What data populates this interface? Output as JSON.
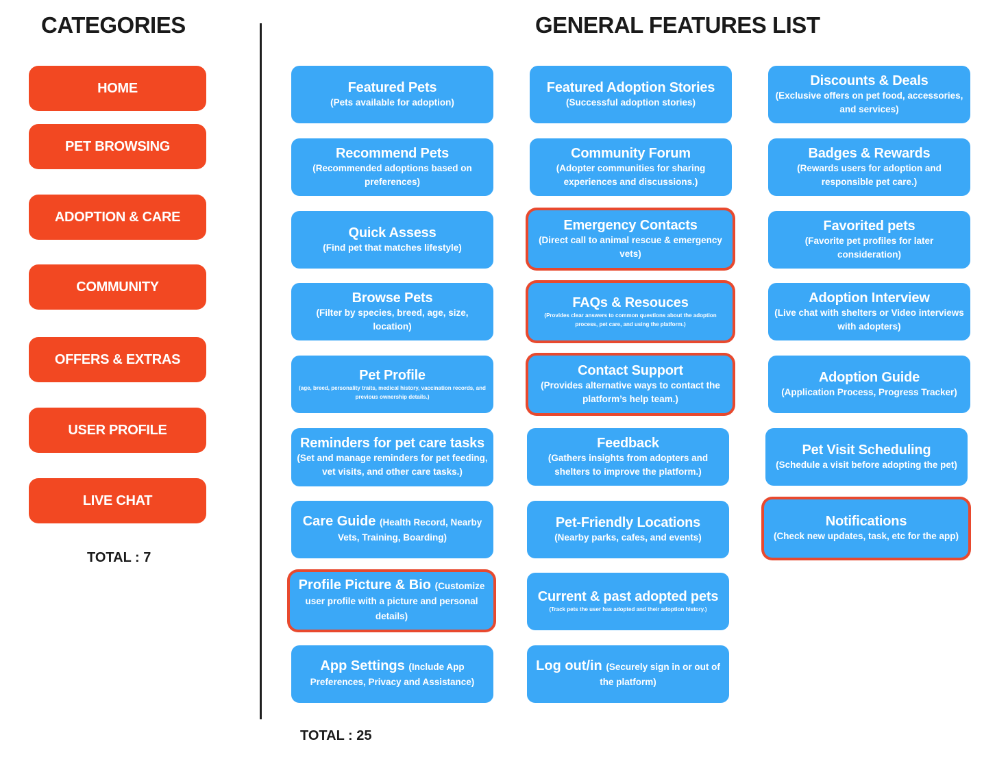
{
  "categories": {
    "heading": "CATEGORIES",
    "items": [
      {
        "label": "HOME"
      },
      {
        "label": "PET BROWSING"
      },
      {
        "label": "ADOPTION & CARE"
      },
      {
        "label": "COMMUNITY"
      },
      {
        "label": "OFFERS & EXTRAS"
      },
      {
        "label": "USER PROFILE"
      },
      {
        "label": "LIVE CHAT"
      }
    ],
    "total": "TOTAL : 7"
  },
  "features": {
    "heading": "GENERAL FEATURES LIST",
    "total": "TOTAL : 25",
    "items": [
      {
        "title": "Featured Pets",
        "desc": "(Pets available for adoption)"
      },
      {
        "title": "Recommend Pets",
        "desc": "(Recommended adoptions based on preferences)"
      },
      {
        "title": "Quick Assess",
        "desc": "(Find pet that matches lifestyle)"
      },
      {
        "title": "Browse Pets",
        "desc": "(Filter by species, breed, age, size, location)"
      },
      {
        "title": "Pet Profile",
        "desc": "(age, breed, personality traits, medical history, vaccination records, and previous ownership details.)"
      },
      {
        "title": "Reminders for pet care tasks",
        "desc": "(Set and manage reminders for pet feeding, vet visits, and other care tasks.)"
      },
      {
        "title": "Care Guide",
        "desc": "(Health Record, Nearby Vets, Training, Boarding)"
      },
      {
        "title": "Profile Picture & Bio",
        "desc": "(Customize user profile with a picture and personal details)"
      },
      {
        "title": "App Settings",
        "desc": "(Include App Preferences, Privacy and Assistance)"
      },
      {
        "title": "Featured Adoption Stories",
        "desc": "(Successful adoption stories)"
      },
      {
        "title": "Community Forum",
        "desc": "(Adopter communities for sharing experiences and discussions.)"
      },
      {
        "title": "Emergency Contacts",
        "desc": "(Direct call to animal rescue & emergency vets)"
      },
      {
        "title": "FAQs & Resouces",
        "desc": "(Provides clear answers to common questions about the adoption process, pet care, and using the platform.)"
      },
      {
        "title": "Contact Support",
        "desc": "(Provides alternative ways to contact the platform’s help team.)"
      },
      {
        "title": "Feedback",
        "desc": "(Gathers insights from adopters and shelters to improve the platform.)"
      },
      {
        "title": "Pet-Friendly Locations",
        "desc": "(Nearby parks, cafes, and events)"
      },
      {
        "title": "Current & past adopted pets",
        "desc": "(Track pets the user has adopted and their adoption history.)"
      },
      {
        "title": "Log out/in",
        "desc": "(Securely sign in or out of the platform)"
      },
      {
        "title": "Discounts & Deals",
        "desc": "(Exclusive offers on pet food, accessories, and services)"
      },
      {
        "title": "Badges & Rewards",
        "desc": "(Rewards users for adoption and responsible pet care.)"
      },
      {
        "title": "Favorited pets",
        "desc": "(Favorite pet profiles for later consideration)"
      },
      {
        "title": "Adoption Interview",
        "desc": "(Live chat with shelters or Video interviews with adopters)"
      },
      {
        "title": "Adoption Guide",
        "desc": "(Application Process, Progress Tracker)"
      },
      {
        "title": "Pet Visit Scheduling",
        "desc": "(Schedule a visit before adopting the pet)"
      },
      {
        "title": "Notifications",
        "desc": "(Check new updates, task, etc for the app)"
      }
    ]
  },
  "colors": {
    "category_button": "#F24822",
    "feature_card": "#3BA8F7",
    "highlight_border": "#E8492E"
  }
}
